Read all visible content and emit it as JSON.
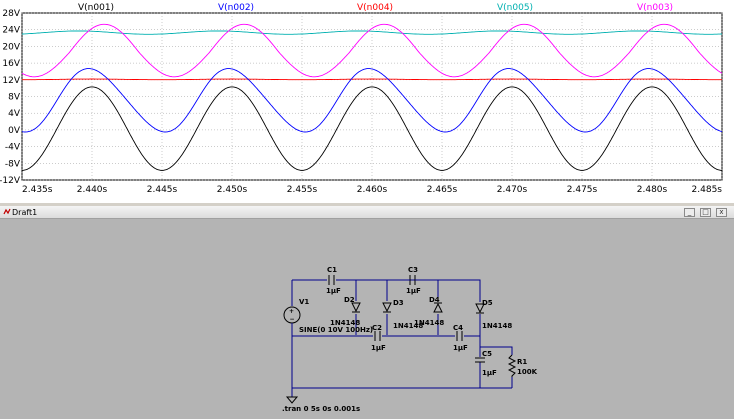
{
  "plot": {
    "traces": [
      {
        "label": "V(n001)",
        "color": "#000000"
      },
      {
        "label": "V(n002)",
        "color": "#0000ff"
      },
      {
        "label": "V(n004)",
        "color": "#ff0000"
      },
      {
        "label": "V(n005)",
        "color": "#00b0b0"
      },
      {
        "label": "V(n003)",
        "color": "#ff00ff"
      }
    ],
    "y_ticks": [
      "28V",
      "24V",
      "20V",
      "16V",
      "12V",
      "8V",
      "4V",
      "0V",
      "-4V",
      "-8V",
      "-12V"
    ],
    "x_ticks": [
      "2.435s",
      "2.440s",
      "2.445s",
      "2.450s",
      "2.455s",
      "2.460s",
      "2.465s",
      "2.470s",
      "2.475s",
      "2.480s",
      "2.485s"
    ]
  },
  "window": {
    "title": "Draft1",
    "minimize": "_",
    "restore": "□",
    "close": "x"
  },
  "schematic": {
    "c1_name": "C1",
    "c1_value": "1µF",
    "c2_name": "C2",
    "c2_value": "1µF",
    "c3_name": "C3",
    "c3_value": "1µF",
    "c4_name": "C4",
    "c4_value": "1µF",
    "c5_name": "C5",
    "c5_value": "1µF",
    "d2_name": "D2",
    "d2_model": "1N4148",
    "d3_name": "D3",
    "d3_model": "1N4148",
    "d4_name": "D4",
    "d4_model": "1N4148",
    "d5_name": "D5",
    "d5_model": "1N4148",
    "v1_name": "V1",
    "v1_value": "SINE(0 10V 100Hz)",
    "r1_name": "R1",
    "r1_value": "100K",
    "directive": ".tran 0 5s 0s 0.001s"
  }
}
